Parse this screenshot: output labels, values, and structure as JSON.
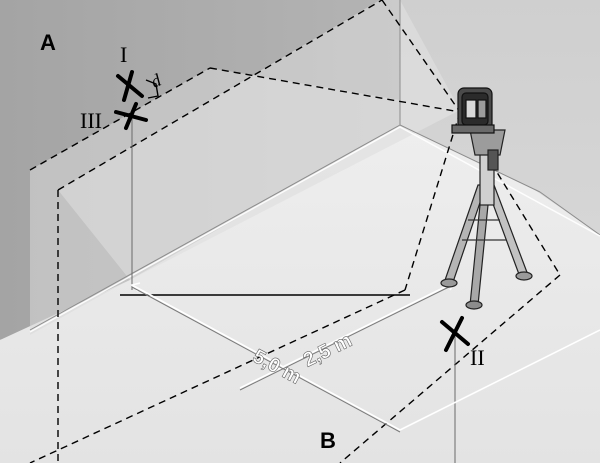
{
  "panel_label": "A",
  "position_label": "B",
  "points": {
    "point_1": "I",
    "point_2": "II",
    "point_3": "III",
    "offset": "d"
  },
  "dimensions": {
    "distance_near": "2,5 m",
    "distance_far": "5,0 m"
  },
  "colors": {
    "wall_back": "#c9c9c9",
    "wall_left": "#a9a9a9",
    "wall_right": "#bcbcbc",
    "floor": "#e9e9e9",
    "line": "#000000",
    "laser_line": "#ffffff"
  }
}
